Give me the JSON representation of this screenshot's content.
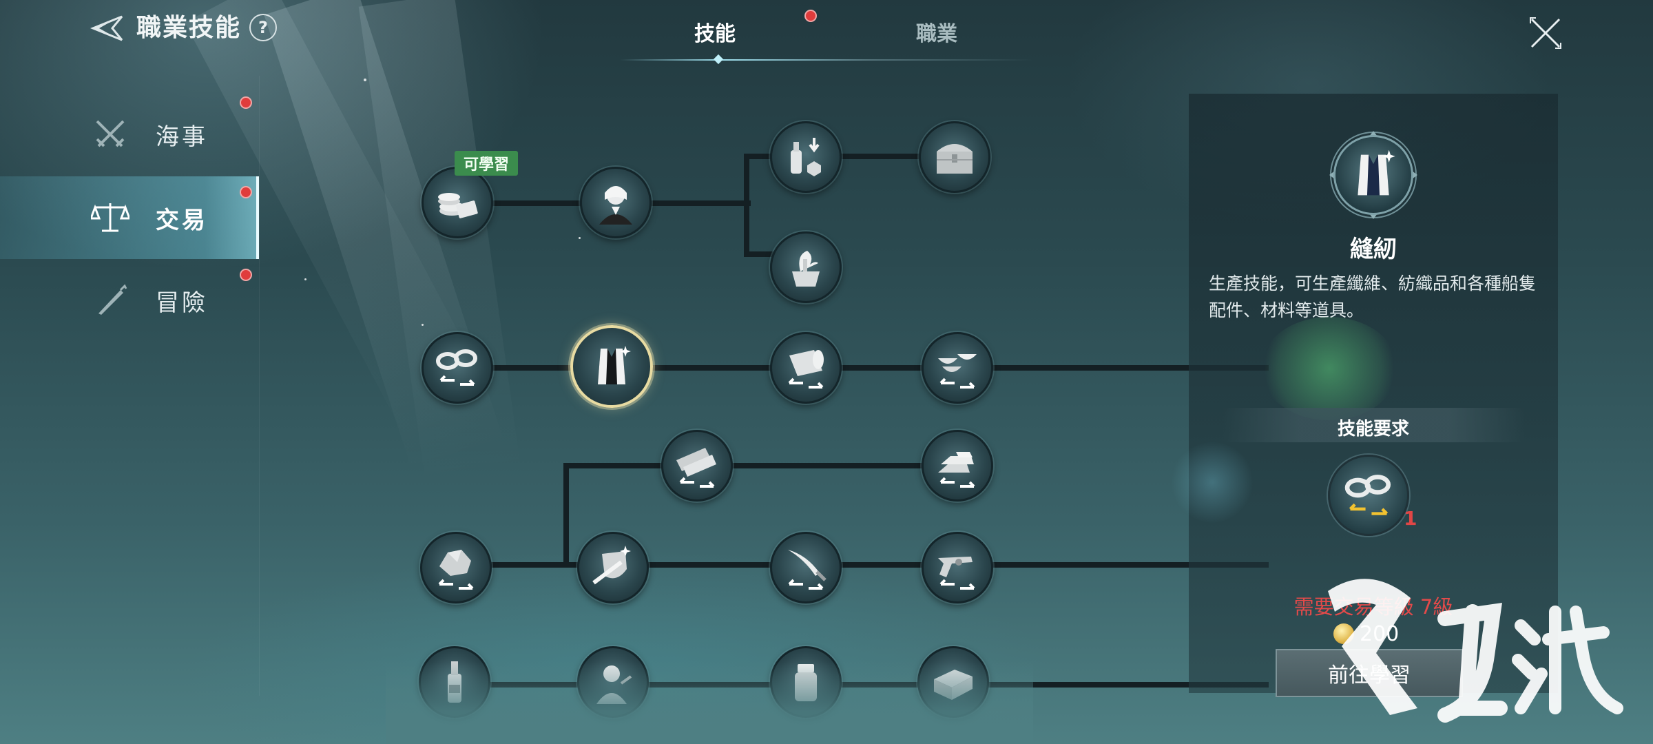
{
  "header": {
    "title": "職業技能",
    "help_label": "?",
    "tabs": [
      {
        "label": "技能",
        "active": true
      },
      {
        "label": "職業",
        "active": false
      }
    ]
  },
  "sidebar": {
    "items": [
      {
        "label": "海事",
        "icon": "crossed-swords-icon",
        "active": false,
        "badge": false
      },
      {
        "label": "交易",
        "icon": "scales-icon",
        "active": true,
        "badge": true
      },
      {
        "label": "冒險",
        "icon": "pencil-icon",
        "active": false,
        "badge": true
      }
    ]
  },
  "skill_tree": {
    "learnable_tag": "可學習",
    "nodes": [
      {
        "id": "coins",
        "icon": "coins-icon"
      },
      {
        "id": "merchant",
        "icon": "merchant-bust-icon"
      },
      {
        "id": "bottle-drop",
        "icon": "bottle-drop-icon"
      },
      {
        "id": "treasure-chest",
        "icon": "treasure-chest-icon"
      },
      {
        "id": "potted-plant",
        "icon": "potted-plant-icon"
      },
      {
        "id": "trade-rope",
        "icon": "rope-trade-icon"
      },
      {
        "id": "tailoring",
        "icon": "vest-icon",
        "selected": true
      },
      {
        "id": "cloth-roll",
        "icon": "cloth-roll-trade-icon"
      },
      {
        "id": "bowls",
        "icon": "bowls-trade-icon"
      },
      {
        "id": "logs",
        "icon": "logs-trade-icon"
      },
      {
        "id": "ingots",
        "icon": "ingots-trade-icon"
      },
      {
        "id": "ore",
        "icon": "ore-trade-icon"
      },
      {
        "id": "shield-sword",
        "icon": "shield-sword-icon"
      },
      {
        "id": "sabre",
        "icon": "sabre-trade-icon"
      },
      {
        "id": "pistol",
        "icon": "pistol-trade-icon"
      },
      {
        "id": "liquor",
        "icon": "liquor-bottle-icon"
      },
      {
        "id": "figure",
        "icon": "figure-bust-icon"
      },
      {
        "id": "jar",
        "icon": "jar-icon"
      },
      {
        "id": "crate",
        "icon": "crate-icon"
      }
    ]
  },
  "detail": {
    "skill_name": "縫紉",
    "description": "生產技能，可生產纖維、紡織品和各種船隻配件、材料等道具。",
    "requirement_title": "技能要求",
    "requirement_icon": "rope-trade-icon",
    "requirement_count": "1",
    "level_requirement": "需要交易等級 7級",
    "cost": "200",
    "go_button": "前往學習"
  },
  "colors": {
    "accent_red": "#e03c3c",
    "learnable_green": "#3b8c4d",
    "selected_ring": "#e8dba2",
    "warning_red": "#e34a4a"
  }
}
